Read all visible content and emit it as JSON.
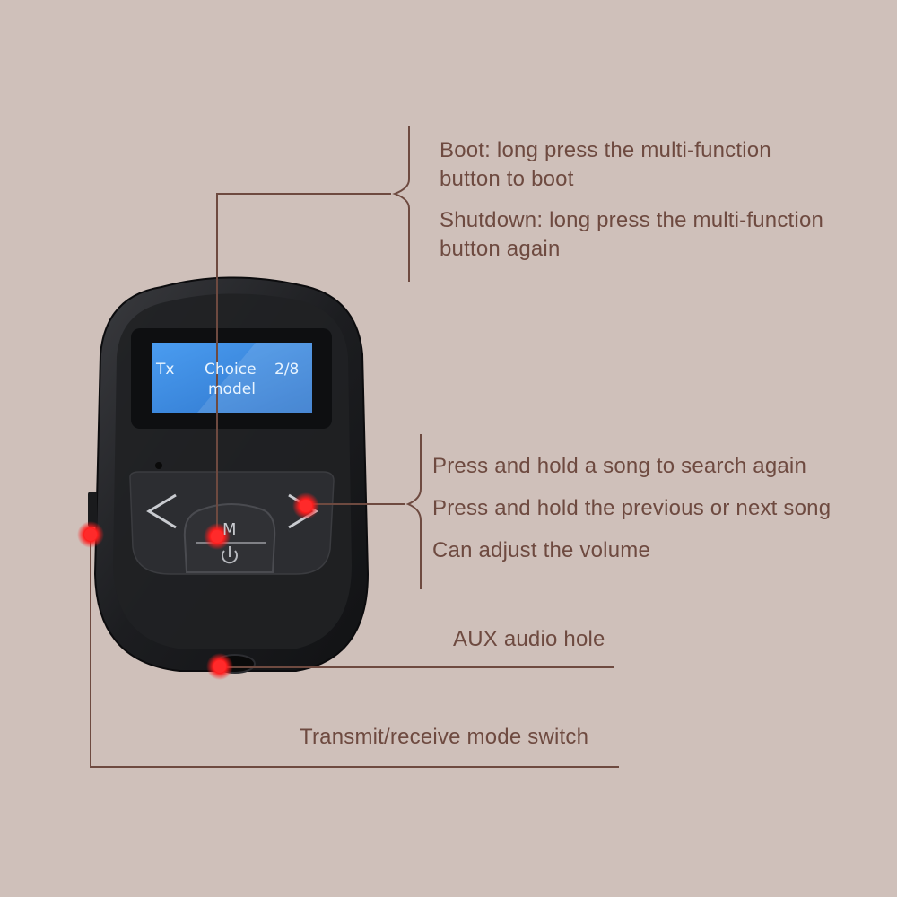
{
  "colors": {
    "background": "#cfc0ba",
    "text": "#6e4a40",
    "line": "#6e4a40",
    "device_body": "#1e1f22",
    "screen": "#3f8de0",
    "marker": "#ff2a2a"
  },
  "device": {
    "screen": {
      "mode": "Tx",
      "title_line1": "Choice",
      "title_line2": "model",
      "page": "2/8"
    },
    "buttons": {
      "prev": "<",
      "next": ">",
      "multi_function": "M"
    }
  },
  "annotations": {
    "boot_line1": "Boot: long press the multi-function",
    "boot_line2": "button to boot",
    "shutdown_line1": "Shutdown: long press the multi-function",
    "shutdown_line2": "button again",
    "search_again": "Press and hold a song to search again",
    "prev_next": "Press and hold the previous or next song",
    "volume": "Can adjust the volume",
    "aux": "AUX audio hole",
    "mode_switch": "Transmit/receive mode switch"
  }
}
